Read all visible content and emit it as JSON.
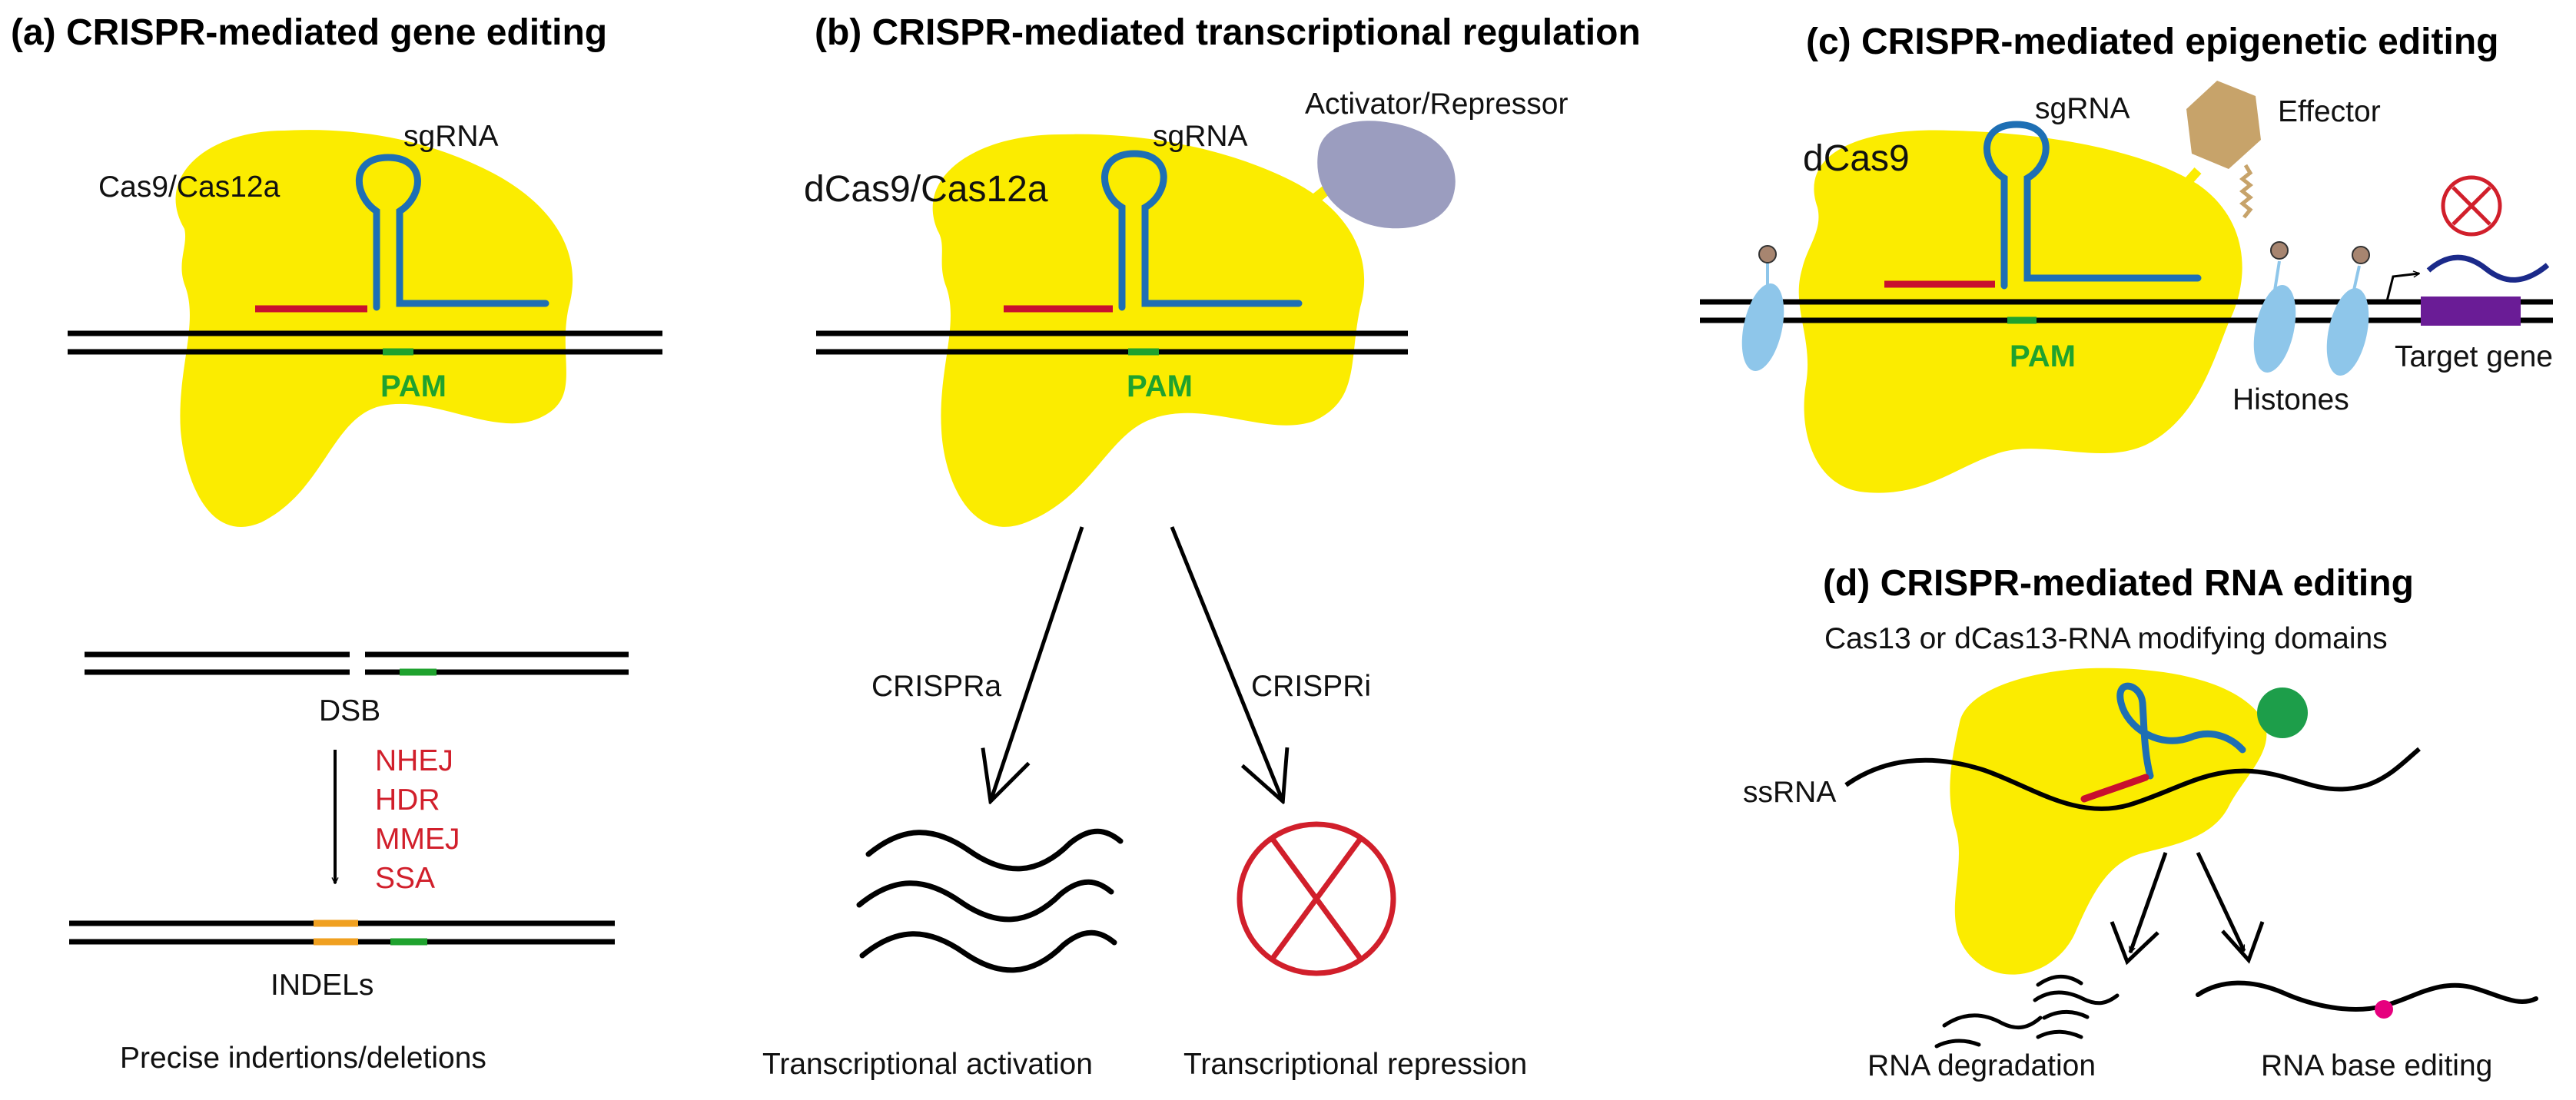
{
  "panel_a": {
    "title": "(a) CRISPR-mediated gene editing",
    "enzyme": "Cas9/Cas12a",
    "sgrna": "sgRNA",
    "pam": "PAM",
    "dsb": "DSB",
    "repair_pathways": [
      "NHEJ",
      "HDR",
      "MMEJ",
      "SSA"
    ],
    "indels": "INDELs",
    "outcome": "Precise indertions/deletions"
  },
  "panel_b": {
    "title": "(b) CRISPR-mediated transcriptional regulation",
    "enzyme": "dCas9/Cas12a",
    "sgrna": "sgRNA",
    "effector": "Activator/Repressor",
    "pam": "PAM",
    "branch_left": "CRISPRa",
    "branch_right": "CRISPRi",
    "outcome_left": "Transcriptional activation",
    "outcome_right": "Transcriptional repression"
  },
  "panel_c": {
    "title": "(c) CRISPR-mediated epigenetic editing",
    "enzyme": "dCas9",
    "sgrna": "sgRNA",
    "effector": "Effector",
    "pam": "PAM",
    "histones": "Histones",
    "target": "Target gene"
  },
  "panel_d": {
    "title": "(d) CRISPR-mediated RNA editing",
    "subtitle": "Cas13 or dCas13-RNA modifying domains",
    "ssrna": "ssRNA",
    "outcome_left": "RNA degradation",
    "outcome_right": "RNA base editing"
  },
  "colors": {
    "protein": "#fbec00",
    "sgrna": "#1e6fb4",
    "guide": "#c8102e",
    "pam": "#1fa22e",
    "effector_b": "#9b9dbf",
    "effector_c": "#c7a36a",
    "histone": "#8ec6ea",
    "target_gene": "#6a1c96",
    "x_mark": "#d11f2b",
    "indel": "#f0a020",
    "edit_site": "#e6007e"
  }
}
